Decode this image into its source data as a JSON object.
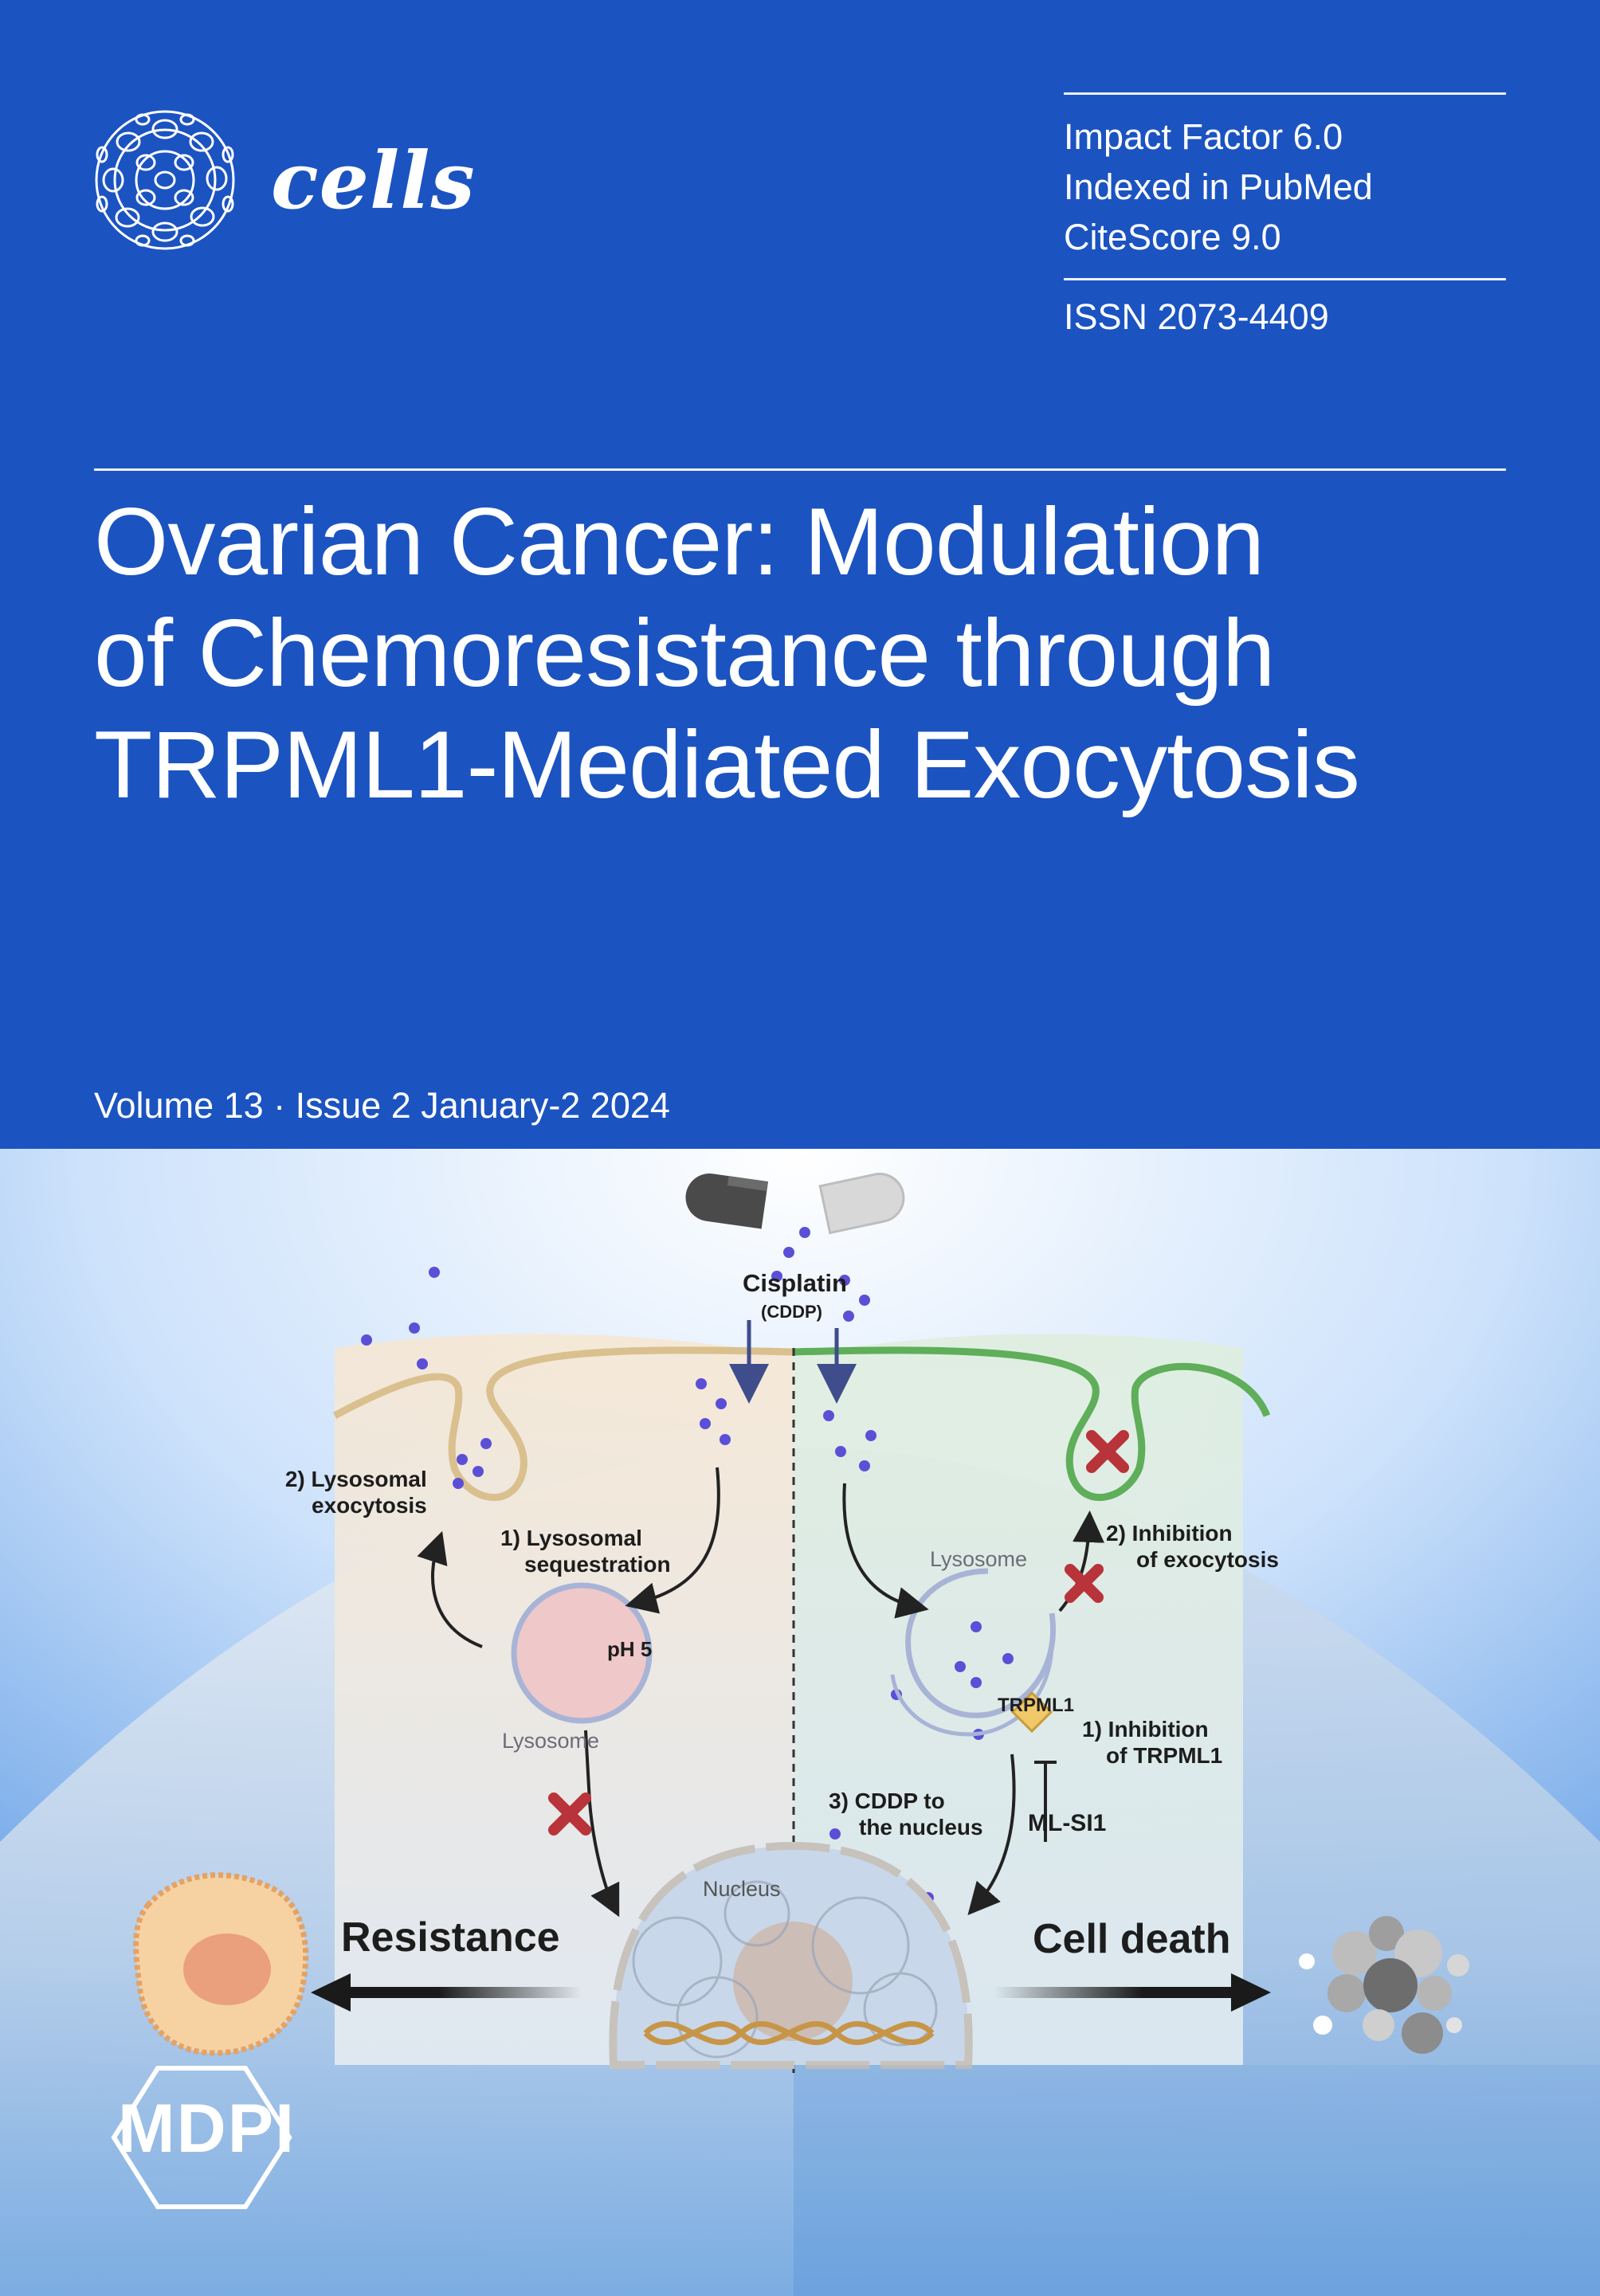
{
  "journal": {
    "name": "cells",
    "metrics": [
      "Impact Factor 6.0",
      "Indexed in PubMed",
      "CiteScore 9.0"
    ],
    "issn": "ISSN 2073-4409"
  },
  "article": {
    "title_lines": [
      "Ovarian Cancer: Modulation",
      "of Chemoresistance through",
      "TRPML1-Mediated Exocytosis"
    ],
    "volume": "Volume 13 · Issue 2 January-2 2024"
  },
  "figure": {
    "drug_name": "Cisplatin",
    "drug_abbrev": "(CDDP)",
    "left": {
      "lysosomal_exocytosis": [
        "2) Lysosomal",
        "exocytosis"
      ],
      "lysosomal_sequestration": [
        "1) Lysosomal",
        "sequestration"
      ],
      "ph": "pH 5",
      "lysosome": "Lysosome",
      "outcome": "Resistance"
    },
    "right": {
      "lysosome": "Lysosome",
      "inhibition_exocytosis": [
        "2) Inhibition",
        "of exocytosis"
      ],
      "trpml1": "TRPML1",
      "inhibition_trpml1": [
        "1) Inhibition",
        "of TRPML1"
      ],
      "inhibitor": "ML-SI1",
      "cddp_nucleus": [
        "3) CDDP to",
        "the nucleus"
      ],
      "outcome": "Cell death"
    },
    "nucleus": "Nucleus"
  },
  "publisher": {
    "logo_text": "MDPI"
  },
  "colors": {
    "cover_blue": "#1b53c1",
    "drug_dot": "#5b4fd6",
    "inhibit_x": "#b8333a",
    "left_membrane": "#d9c08e",
    "right_membrane": "#5fae5a"
  }
}
